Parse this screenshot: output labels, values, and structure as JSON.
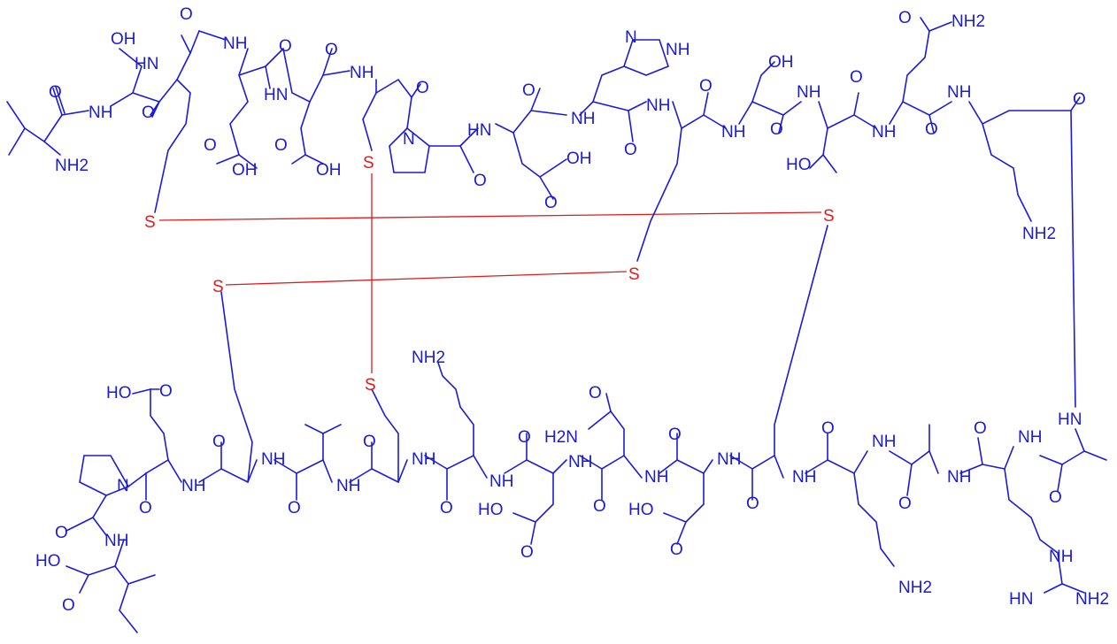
{
  "colors": {
    "bond": "#1a1adb",
    "disulfide": "#e01b1b",
    "background": "#ffffff"
  },
  "labels": {
    "OH": "OH",
    "O": "O",
    "NH": "NH",
    "HN": "HN",
    "N": "N",
    "S": "S",
    "NH2": "NH2",
    "H2N": "H2N",
    "HO": "HO",
    "HOOC": "HO"
  }
}
